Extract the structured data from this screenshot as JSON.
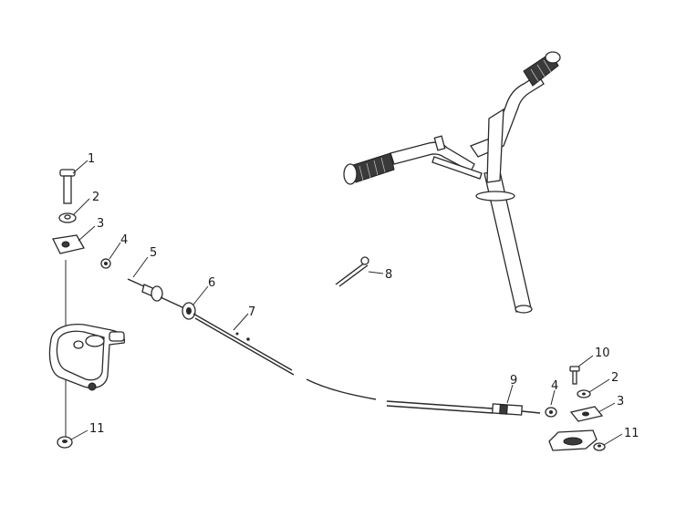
{
  "callouts": [
    {
      "id": "c1",
      "text": "1"
    },
    {
      "id": "c2a",
      "text": "2"
    },
    {
      "id": "c3a",
      "text": "3"
    },
    {
      "id": "c4a",
      "text": "4"
    },
    {
      "id": "c5",
      "text": "5"
    },
    {
      "id": "c6",
      "text": "6"
    },
    {
      "id": "c7",
      "text": "7"
    },
    {
      "id": "c8",
      "text": "8"
    },
    {
      "id": "c9",
      "text": "9"
    },
    {
      "id": "c4b",
      "text": "4"
    },
    {
      "id": "c10",
      "text": "10"
    },
    {
      "id": "c2b",
      "text": "2"
    },
    {
      "id": "c3b",
      "text": "3"
    },
    {
      "id": "c11a",
      "text": "11"
    },
    {
      "id": "c11b",
      "text": "11"
    }
  ]
}
